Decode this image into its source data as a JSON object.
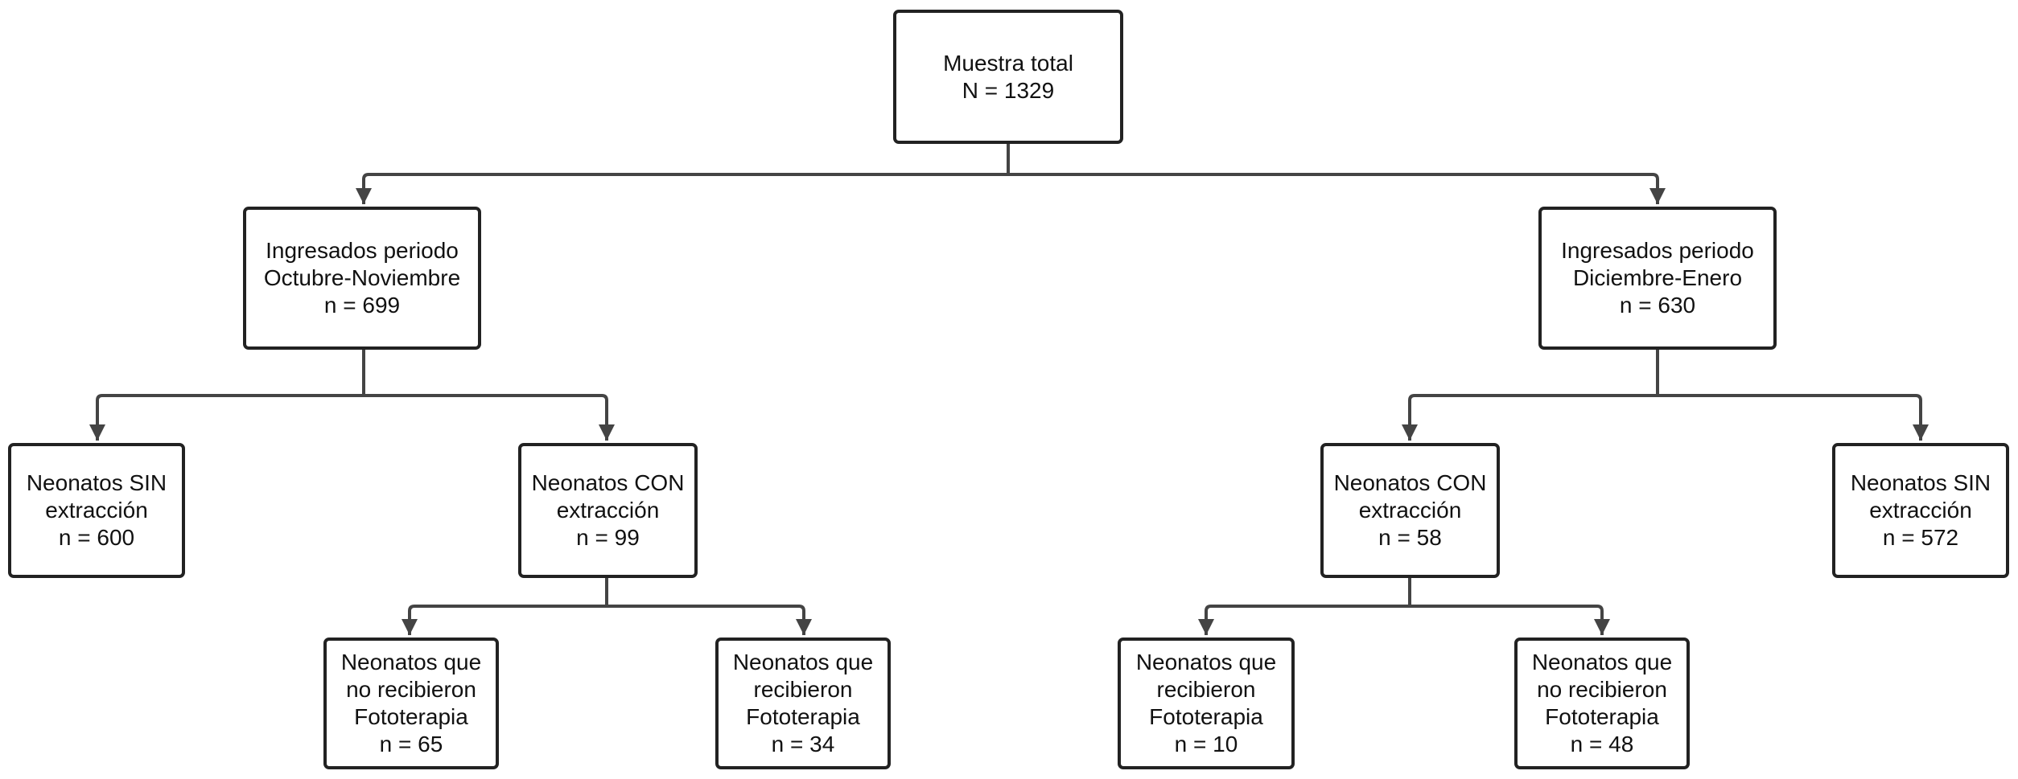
{
  "root": {
    "lines": [
      "Muestra total",
      "N = 1329"
    ]
  },
  "branches": {
    "october": {
      "lines": [
        "Ingresados periodo",
        "Octubre-Noviembre",
        "n = 699"
      ],
      "without_extraction": {
        "lines": [
          "Neonatos SIN",
          "extracción",
          "n = 600"
        ]
      },
      "with_extraction": {
        "lines": [
          "Neonatos CON",
          "extracción",
          "n = 99"
        ],
        "no_phototherapy": {
          "lines": [
            "Neonatos que",
            "no recibieron",
            "Fototerapia",
            "n = 65"
          ]
        },
        "phototherapy": {
          "lines": [
            "Neonatos que",
            "recibieron",
            "Fototerapia",
            "n = 34"
          ]
        }
      }
    },
    "december": {
      "lines": [
        "Ingresados periodo",
        "Diciembre-Enero",
        "n = 630"
      ],
      "with_extraction": {
        "lines": [
          "Neonatos CON",
          "extracción",
          "n = 58"
        ],
        "phototherapy": {
          "lines": [
            "Neonatos que",
            "recibieron",
            "Fototerapia",
            "n = 10"
          ]
        },
        "no_phototherapy": {
          "lines": [
            "Neonatos que",
            "no recibieron",
            "Fototerapia",
            "n = 48"
          ]
        }
      },
      "without_extraction": {
        "lines": [
          "Neonatos SIN",
          "extracción",
          "n = 572"
        ]
      }
    }
  },
  "colors": {
    "stroke": "#222222",
    "text": "#111111",
    "background": "#ffffff"
  }
}
